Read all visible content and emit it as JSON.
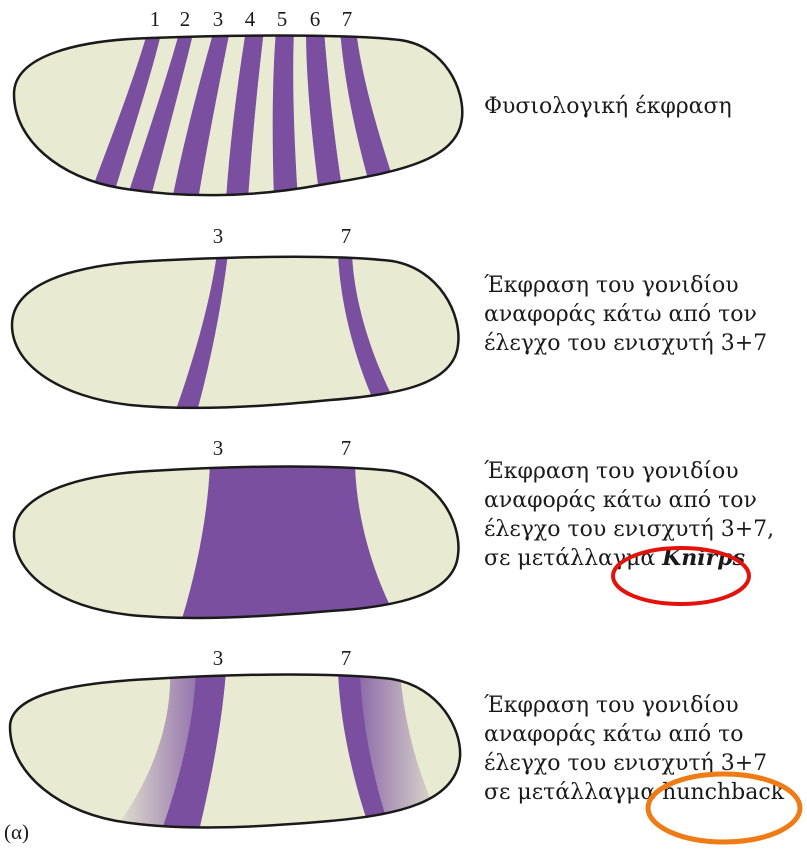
{
  "colors": {
    "embryo_fill": "#e8ebd2",
    "embryo_outline": "#1a1a1a",
    "stripe": "#7b4fa0",
    "circle_red": "#e3120b",
    "circle_orange": "#f07a14"
  },
  "panels": [
    {
      "stripe_labels": [
        "1",
        "2",
        "3",
        "4",
        "5",
        "6",
        "7"
      ],
      "caption_lines": [
        "Φυσιολογική έκφραση"
      ]
    },
    {
      "stripe_labels": [
        "3",
        "7"
      ],
      "caption_lines": [
        "Έκφραση του γονιδίου",
        "αναφοράς κάτω από τον",
        "έλεγχο του ενισχυτή 3+7"
      ]
    },
    {
      "stripe_labels": [
        "3",
        "7"
      ],
      "caption_lines": [
        "Έκφραση του γονιδίου",
        "αναφοράς κάτω από τον",
        "έλεγχο του ενισχυτή 3+7,"
      ],
      "caption_last_prefix": "σε μετάλλαγμα ",
      "caption_last_mutant": "Knirps"
    },
    {
      "stripe_labels": [
        "3",
        "7"
      ],
      "caption_lines": [
        "Έκφραση του γονιδίου",
        "αναφοράς κάτω από το",
        "έλεγχο του ενισχυτή 3+7"
      ],
      "caption_last_prefix": "σε μετάλλαγμα ",
      "caption_last_mutant": "hunchback"
    }
  ],
  "sublabel": "(α)"
}
